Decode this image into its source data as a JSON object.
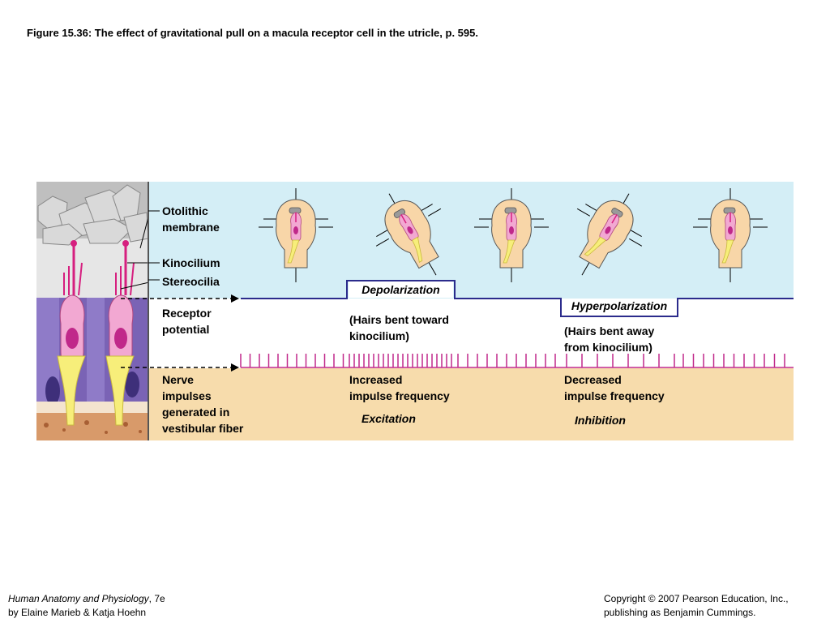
{
  "title": "Figure 15.36:  The effect of gravitational pull on a macula receptor cell in the utricle, p. 595.",
  "labels": {
    "otolithic": [
      "Otolithic",
      "membrane"
    ],
    "kinocilium": "Kinocilium",
    "stereocilia": "Stereocilia",
    "receptor_potential": [
      "Receptor",
      "potential"
    ],
    "nerve_impulses": [
      "Nerve",
      "impulses",
      "generated in",
      "vestibular fiber"
    ]
  },
  "phases": {
    "depolarization": "Depolarization",
    "hyperpolarization": "Hyperpolarization",
    "hairs_toward": [
      "(Hairs bent toward",
      "kinocilium)"
    ],
    "hairs_away": [
      "(Hairs bent away",
      "from kinocilium)"
    ],
    "increased": [
      "Increased",
      "impulse frequency"
    ],
    "decreased": [
      "Decreased",
      "impulse frequency"
    ],
    "excitation": "Excitation",
    "inhibition": "Inhibition"
  },
  "heads": [
    {
      "tilt": 0
    },
    {
      "tilt": -30
    },
    {
      "tilt": 0
    },
    {
      "tilt": 30
    },
    {
      "tilt": 0
    }
  ],
  "colors": {
    "sky": "#d4eef6",
    "tan": "#f7dcac",
    "trace": "#2b2b8c",
    "spike": "#c0288a",
    "skin": "#f8d6a8",
    "cell": "#f2a8d2",
    "purple": "#7a63b5"
  },
  "footer": {
    "book_title": "Human Anatomy and Physiology",
    "edition": ", 7e",
    "authors": "by Elaine Marieb & Katja Hoehn",
    "copyright": "Copyright © 2007 Pearson Education, Inc.,",
    "publisher": "publishing as Benjamin Cummings."
  }
}
